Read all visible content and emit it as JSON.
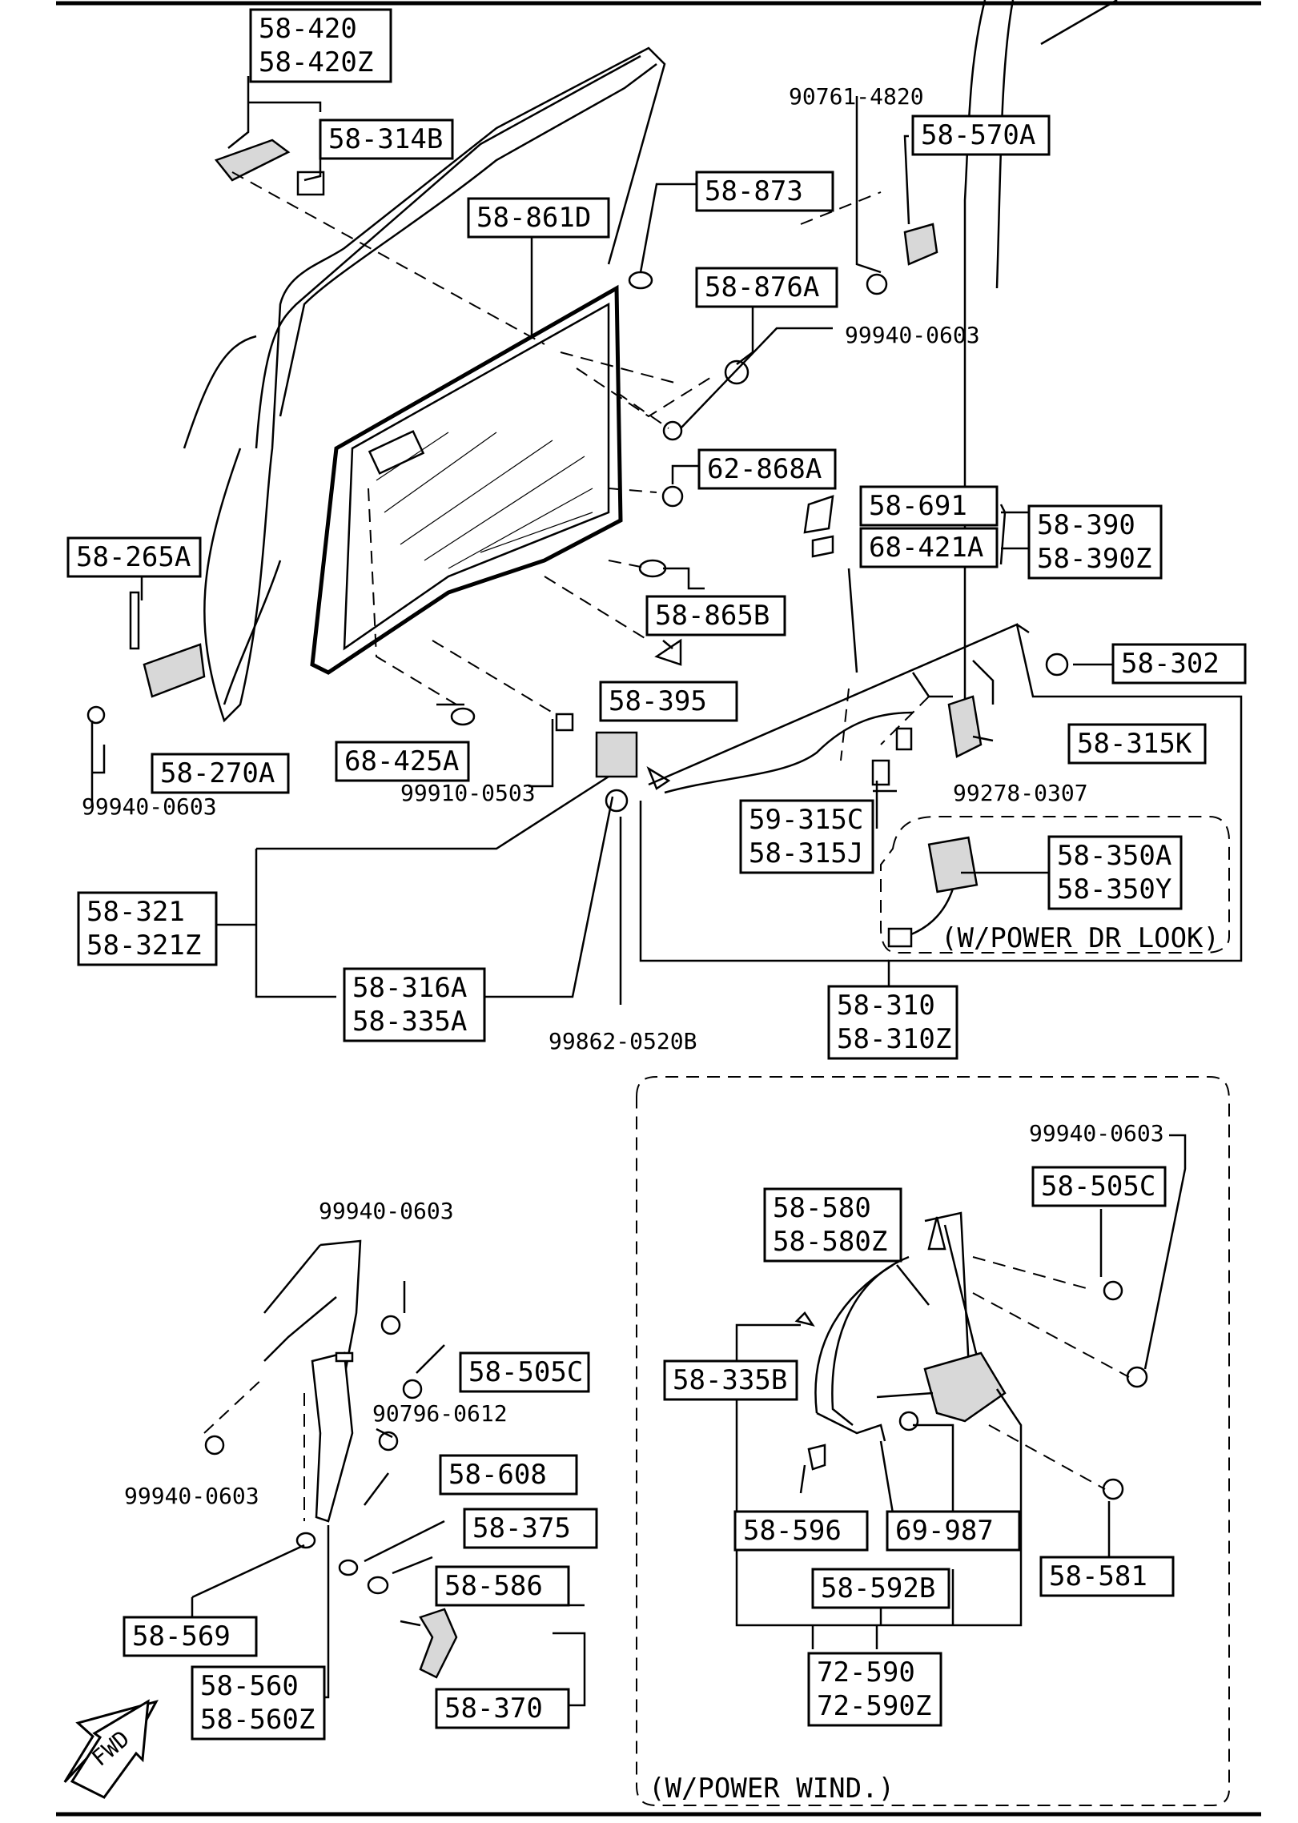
{
  "callouts": [
    {
      "id": "c1",
      "lines": [
        "58-420",
        "58-420Z"
      ]
    },
    {
      "id": "c2",
      "lines": [
        "58-314B"
      ]
    },
    {
      "id": "c3",
      "lines": [
        "58-861D"
      ]
    },
    {
      "id": "c4",
      "lines": [
        "58-873"
      ]
    },
    {
      "id": "c5",
      "lines": [
        "58-876A"
      ]
    },
    {
      "id": "c6",
      "lines": [
        "58-570A"
      ]
    },
    {
      "id": "c7",
      "lines": [
        "62-868A"
      ]
    },
    {
      "id": "c8",
      "lines": [
        "58-691"
      ]
    },
    {
      "id": "c9",
      "lines": [
        "68-421A"
      ]
    },
    {
      "id": "c10",
      "lines": [
        "58-390",
        "58-390Z"
      ]
    },
    {
      "id": "c11",
      "lines": [
        "58-265A"
      ]
    },
    {
      "id": "c12",
      "lines": [
        "58-865B"
      ]
    },
    {
      "id": "c13",
      "lines": [
        "58-395"
      ]
    },
    {
      "id": "c14",
      "lines": [
        "58-302"
      ]
    },
    {
      "id": "c15",
      "lines": [
        "58-270A"
      ]
    },
    {
      "id": "c16",
      "lines": [
        "68-425A"
      ]
    },
    {
      "id": "c17",
      "lines": [
        "58-315K"
      ]
    },
    {
      "id": "c18",
      "lines": [
        "59-315C",
        "58-315J"
      ]
    },
    {
      "id": "c19",
      "lines": [
        "58-350A",
        "58-350Y"
      ]
    },
    {
      "id": "c20",
      "lines": [
        "58-321",
        "58-321Z"
      ]
    },
    {
      "id": "c21",
      "lines": [
        "58-316A",
        "58-335A"
      ]
    },
    {
      "id": "c22",
      "lines": [
        "58-310",
        "58-310Z"
      ]
    },
    {
      "id": "c23",
      "lines": [
        "58-505C"
      ]
    },
    {
      "id": "c24",
      "lines": [
        "58-580",
        "58-580Z"
      ]
    },
    {
      "id": "c25",
      "lines": [
        "58-505C"
      ]
    },
    {
      "id": "c26",
      "lines": [
        "58-335B"
      ]
    },
    {
      "id": "c27",
      "lines": [
        "58-608"
      ]
    },
    {
      "id": "c28",
      "lines": [
        "58-375"
      ]
    },
    {
      "id": "c29",
      "lines": [
        "58-586"
      ]
    },
    {
      "id": "c30",
      "lines": [
        "58-569"
      ]
    },
    {
      "id": "c31",
      "lines": [
        "58-596"
      ]
    },
    {
      "id": "c32",
      "lines": [
        "69-987"
      ]
    },
    {
      "id": "c33",
      "lines": [
        "58-592B"
      ]
    },
    {
      "id": "c34",
      "lines": [
        "58-581"
      ]
    },
    {
      "id": "c35",
      "lines": [
        "58-370"
      ]
    },
    {
      "id": "c36",
      "lines": [
        "58-560",
        "58-560Z"
      ]
    },
    {
      "id": "c37",
      "lines": [
        "72-590",
        "72-590Z"
      ]
    }
  ],
  "plain_labels": [
    {
      "id": "p1",
      "text": "90761-4820"
    },
    {
      "id": "p2",
      "text": "99940-0603"
    },
    {
      "id": "p3",
      "text": "99940-0603"
    },
    {
      "id": "p4",
      "text": "99910-0503"
    },
    {
      "id": "p5",
      "text": "99278-0307"
    },
    {
      "id": "p6",
      "text": "99862-0520B"
    },
    {
      "id": "p7",
      "text": "99940-0603"
    },
    {
      "id": "p8",
      "text": "99940-0603"
    },
    {
      "id": "p9",
      "text": "90796-0612"
    },
    {
      "id": "p10",
      "text": "99940-0603"
    }
  ],
  "notes": {
    "power_door_lock": "(W/POWER DR LOOK)",
    "power_window": "(W/POWER WIND.)",
    "direction_arrow": "FWD"
  }
}
